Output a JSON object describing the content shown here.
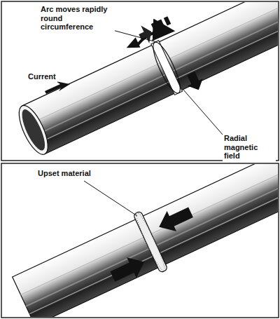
{
  "diagram": {
    "labels": [
      "Arc moves rapidly round circumference",
      "Current",
      "Radial magnetic field",
      "Upset material"
    ]
  }
}
